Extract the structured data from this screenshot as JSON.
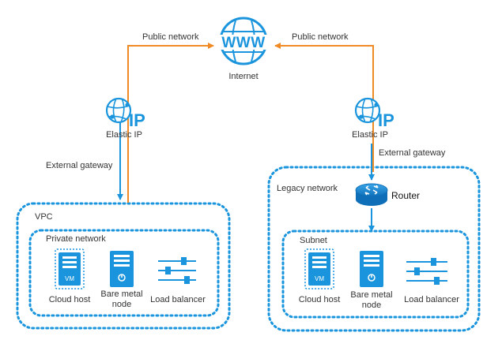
{
  "internet": {
    "label": "Internet",
    "icon": "www-globe-icon",
    "glyph": "WWW"
  },
  "links": {
    "public_left": "Public network",
    "public_right": "Public network",
    "gateway_left": "External gateway",
    "gateway_right": "External gateway"
  },
  "elastic_ip": {
    "left_label": "Elastic IP",
    "right_label": "Elastic IP",
    "glyph": "IP",
    "icon": "elastic-ip-globe-icon"
  },
  "vpc": {
    "label": "VPC",
    "private_network": {
      "label": "Private network",
      "items": [
        {
          "label": "Cloud host",
          "icon": "cloud-host-vm-icon",
          "badge": "VM"
        },
        {
          "label": "Bare metal node",
          "line1": "Bare metal",
          "line2": "node",
          "icon": "bare-metal-server-icon"
        },
        {
          "label": "Load balancer",
          "icon": "load-balancer-sliders-icon"
        }
      ]
    }
  },
  "legacy": {
    "label": "Legacy network",
    "router": {
      "label": "Router",
      "icon": "router-icon"
    },
    "subnet": {
      "label": "Subnet",
      "items": [
        {
          "label": "Cloud host",
          "icon": "cloud-host-vm-icon",
          "badge": "VM"
        },
        {
          "label": "Bare metal node",
          "line1": "Bare metal",
          "line2": "node",
          "icon": "bare-metal-server-icon"
        },
        {
          "label": "Load balancer",
          "icon": "load-balancer-sliders-icon"
        }
      ]
    }
  },
  "colors": {
    "blue": "#1a95dd",
    "dark_blue": "#0e6fb8",
    "orange": "#f08a24",
    "text": "#333333"
  }
}
